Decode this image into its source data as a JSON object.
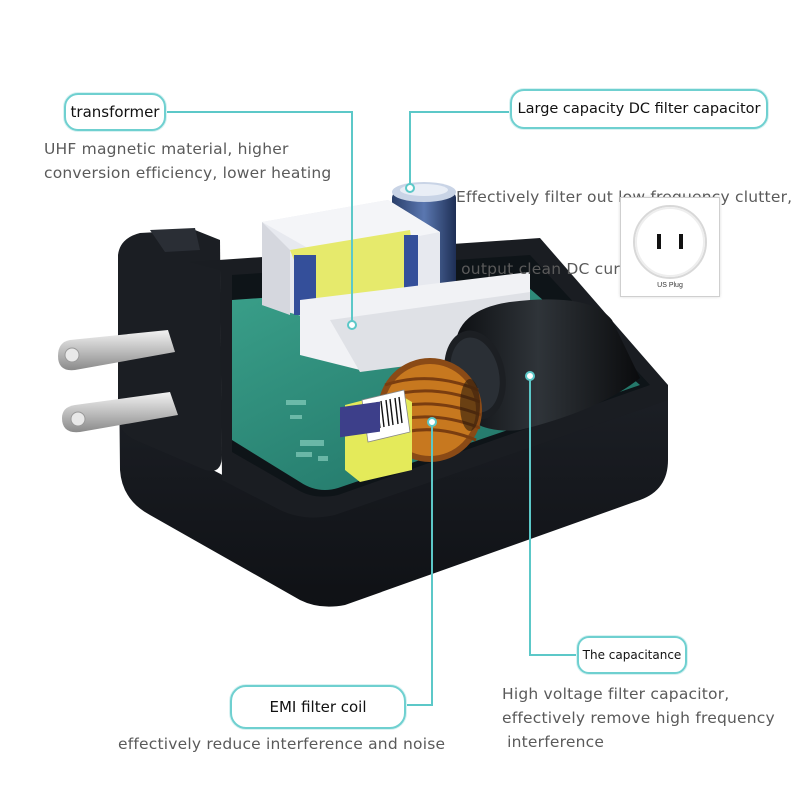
{
  "callouts": {
    "transformer": {
      "label": "transformer",
      "desc_lines": [
        "UHF magnetic material, higher",
        "conversion efficiency, lower heating"
      ]
    },
    "dc_capacitor": {
      "label": "Large capacity DC filter capacitor",
      "desc_lines": [
        "Effectively filter out low frequency clutter,",
        " output clean DC current"
      ]
    },
    "capacitance": {
      "label": "The capacitance",
      "desc_lines": [
        "High voltage filter capacitor,",
        "effectively remove high frequency",
        " interference"
      ]
    },
    "emi_coil": {
      "label": "EMI filter coil",
      "desc_lines": [
        "effectively reduce interference and noise"
      ]
    }
  },
  "plug_card": {
    "caption": "US Plug"
  },
  "colors": {
    "accent_line": "#5cc8c8",
    "charger_body": "#1c1f24",
    "pcb_green": "#2e8b7a",
    "transformer_yellow": "#e6e86a"
  }
}
